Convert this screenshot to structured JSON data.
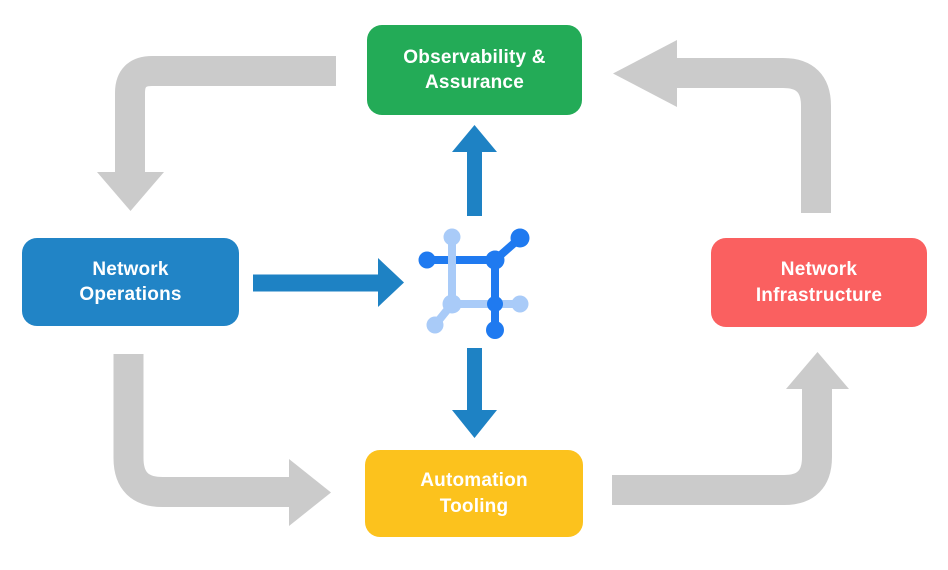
{
  "diagram": {
    "nodes": {
      "observability": {
        "label": "Observability &\nAssurance",
        "color": "#23ab57"
      },
      "operations": {
        "label": "Network\nOperations",
        "color": "#2184c6"
      },
      "infrastructure": {
        "label": "Network\nInfrastructure",
        "color": "#fa6060"
      },
      "automation": {
        "label": "Automation\nTooling",
        "color": "#fcc21d"
      }
    },
    "center_icon": "network-mesh-icon",
    "cycle_arrows": [
      {
        "from": "observability",
        "to": "operations"
      },
      {
        "from": "operations",
        "to": "automation"
      },
      {
        "from": "automation",
        "to": "infrastructure"
      },
      {
        "from": "infrastructure",
        "to": "observability"
      }
    ],
    "flow_arrows": [
      {
        "from": "operations",
        "to": "center"
      },
      {
        "from": "center",
        "to": "observability"
      },
      {
        "from": "center",
        "to": "automation"
      }
    ],
    "colors": {
      "cycle-arrow": "#cbcbcb",
      "flow-arrow": "#1e82c4",
      "icon-dark": "#1f7af0",
      "icon-light": "#a9cbf8",
      "label-text": "#ffffff",
      "background": "#ffffff"
    }
  }
}
